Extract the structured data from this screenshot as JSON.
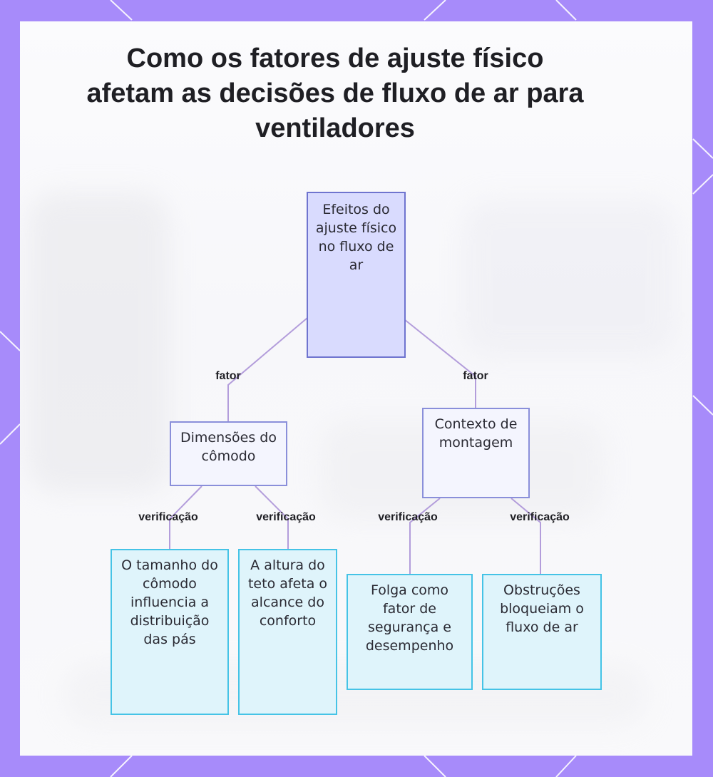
{
  "title": "Como os fatores de ajuste físico afetam as decisões de fluxo de ar para ventiladores",
  "colors": {
    "frame": "#a78bfa",
    "edge": "#b39ddb",
    "root_fill": "#d9dbfe",
    "mid_fill": "#f4f5fe",
    "leaf_fill": "#dff4fb",
    "leaf_border": "#45c3e6"
  },
  "nodes": {
    "root": "Efeitos do ajuste físico no fluxo de ar",
    "room": "Dimensões do cômodo",
    "mount": "Contexto de montagem",
    "room_size": "O tamanho do cômodo influencia a distribuição das pás",
    "ceiling": "A altura do teto afeta o alcance do conforto",
    "clearance": "Folga como fator de segurança e desempenho",
    "obstructions": "Obstruções bloqueiam o fluxo de ar"
  },
  "edge_labels": {
    "root_room": "fator",
    "root_mount": "fator",
    "room_size": "verificação",
    "room_ceiling": "verificação",
    "mount_clearance": "verificação",
    "mount_obstructions": "verificação"
  }
}
